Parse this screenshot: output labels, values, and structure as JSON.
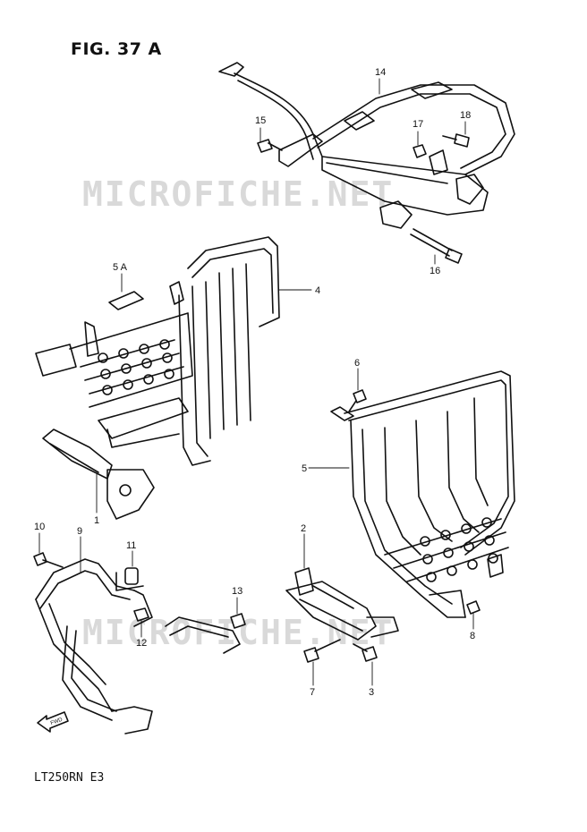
{
  "title": "FIG. 37 A",
  "model_code": "LT250RN  E3",
  "watermark": [
    "MICROFICHE.NET",
    "MICROFICHE.NET"
  ],
  "fwd_label": "FWD",
  "part_callouts": [
    {
      "label": "14"
    },
    {
      "label": "15"
    },
    {
      "label": "17"
    },
    {
      "label": "18"
    },
    {
      "label": "16"
    },
    {
      "label": "5 A"
    },
    {
      "label": "4"
    },
    {
      "label": "6"
    },
    {
      "label": "5"
    },
    {
      "label": "1"
    },
    {
      "label": "10"
    },
    {
      "label": "9"
    },
    {
      "label": "11"
    },
    {
      "label": "2"
    },
    {
      "label": "13"
    },
    {
      "label": "12"
    },
    {
      "label": "8"
    },
    {
      "label": "7"
    },
    {
      "label": "3"
    }
  ]
}
